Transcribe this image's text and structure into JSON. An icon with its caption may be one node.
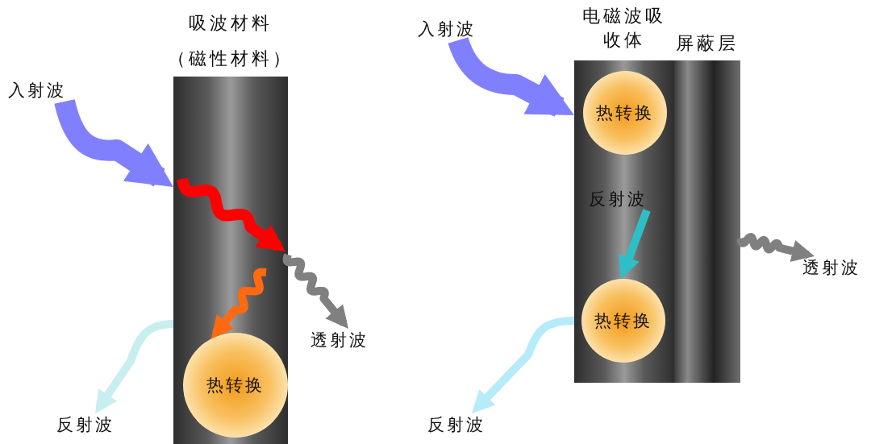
{
  "diagram": {
    "nodes": [
      {
        "text": [
          "吸波材料（磁性材料）"
        ]
      },
      {
        "text": [
          "热转换"
        ],
        "in": 0
      },
      {
        "text": [
          "入射波"
        ]
      },
      {
        "text": [
          "透射波"
        ]
      },
      {
        "text": [
          "反射波"
        ]
      },
      {
        "text": [
          "电磁波吸收体"
        ]
      },
      {
        "text": [
          "屏蔽层"
        ]
      },
      {
        "text": [
          "热转换"
        ],
        "in": 5
      },
      {
        "text": [
          "反射波"
        ],
        "in": 5
      },
      {
        "text": [
          "热转换"
        ],
        "in": 5
      },
      {
        "text": [
          "入射波"
        ]
      },
      {
        "text": [
          "透射波"
        ]
      },
      {
        "text": [
          "反射波"
        ]
      }
    ],
    "edges": [
      {
        "from": 2,
        "to": 0,
        "arrow": "to",
        "style": "thick",
        "color": "#8080ff"
      },
      {
        "from": null,
        "to": 1,
        "arrow": "to",
        "color": "#ff6a10"
      },
      {
        "from": 0,
        "to": 3,
        "arrow": "to",
        "color": "#808080"
      },
      {
        "from": 0,
        "to": 4,
        "arrow": "to",
        "color": "#c8eef0"
      },
      {
        "from": 10,
        "to": 5,
        "arrow": "to",
        "style": "thick",
        "color": "#8080ff"
      },
      {
        "from": 8,
        "to": 9,
        "arrow": "to",
        "color": "#2ebfc6"
      },
      {
        "from": 6,
        "to": 11,
        "arrow": "to",
        "color": "#808080"
      },
      {
        "from": 5,
        "to": 12,
        "arrow": "to",
        "color": "#b6ebfa"
      }
    ]
  }
}
